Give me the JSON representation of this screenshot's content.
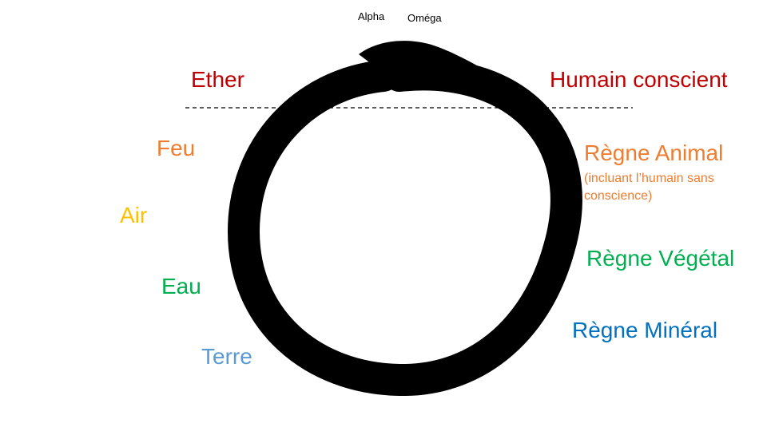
{
  "top_labels": {
    "alpha": "Alpha",
    "omega": "Oméga"
  },
  "left_labels": [
    {
      "text": "Ether",
      "color": "#c00000"
    },
    {
      "text": "Feu",
      "color": "#ed7d31"
    },
    {
      "text": "Air",
      "color": "#ffc000"
    },
    {
      "text": "Eau",
      "color": "#00b050"
    },
    {
      "text": "Terre",
      "color": "#5b9bd5"
    }
  ],
  "right_labels": [
    {
      "text": "Humain conscient",
      "color": "#c00000"
    },
    {
      "text": "Règne Animal",
      "color": "#ed7d31"
    },
    {
      "text": "Règne Végétal",
      "color": "#00b050"
    },
    {
      "text": "Règne Minéral",
      "color": "#0070c0"
    }
  ],
  "animal_note": {
    "line1": "(incluant l’humain sans",
    "line2": "conscience)",
    "color": "#ed7d31"
  }
}
